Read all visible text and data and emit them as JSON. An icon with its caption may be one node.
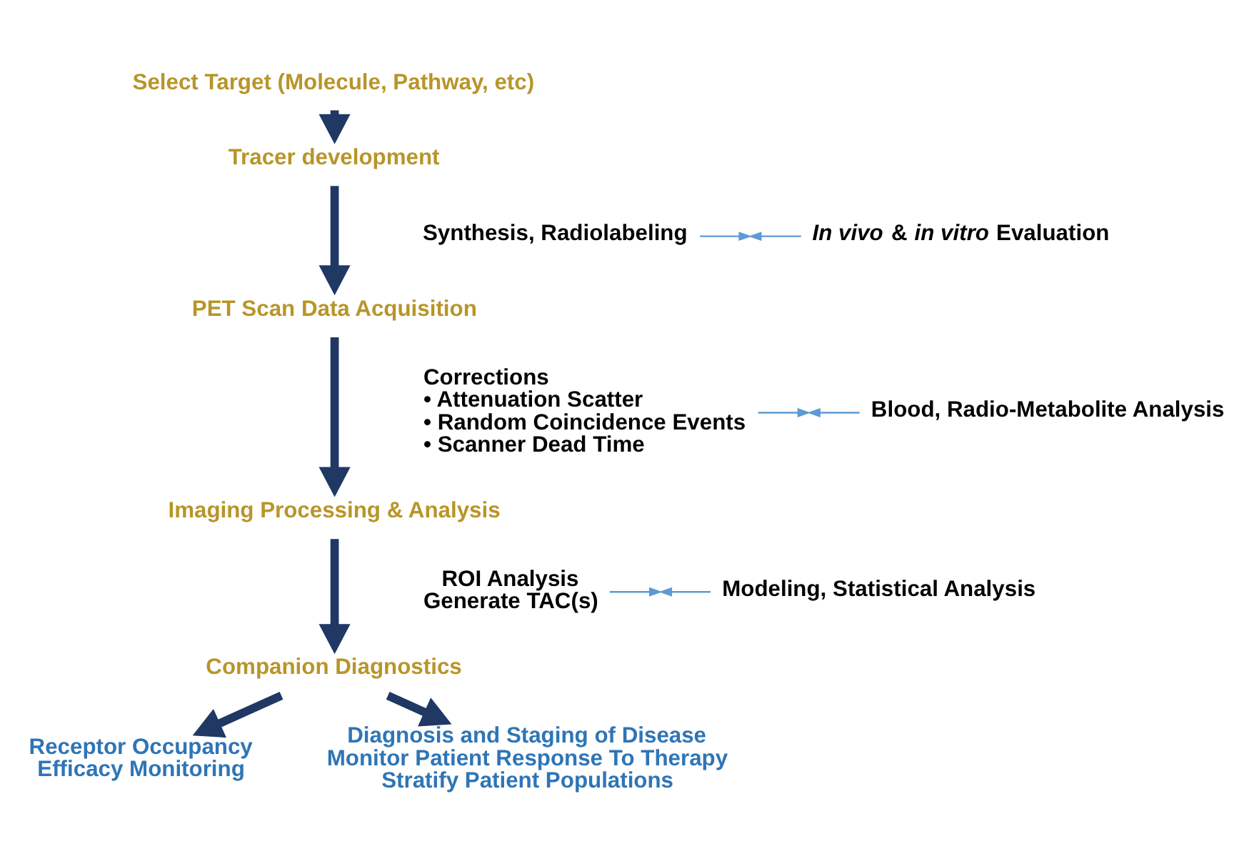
{
  "diagram": {
    "nodes": [
      {
        "text": [
          "Select Target (Molecule, Pathway, etc)"
        ]
      },
      {
        "text": [
          "Tracer development"
        ]
      },
      {
        "text": [
          "Synthesis, Radiolabeling"
        ]
      },
      {
        "text": [
          "*In vivo* & *in vitro* Evaluation"
        ]
      },
      {
        "text": [
          "PET Scan Data Acquisition"
        ]
      },
      {
        "text": [
          "Corrections",
          "• Attenuation Scatter",
          "• Random Coincidence Events",
          "• Scanner Dead Time"
        ]
      },
      {
        "text": [
          "Blood, Radio-Metabolite Analysis"
        ]
      },
      {
        "text": [
          "Imaging Processing & Analysis"
        ]
      },
      {
        "text": [
          "ROI Analysis",
          "Generate TAC(s)"
        ]
      },
      {
        "text": [
          "Modeling, Statistical Analysis"
        ]
      },
      {
        "text": [
          "Companion Diagnostics"
        ]
      },
      {
        "text": [
          "Receptor Occupancy",
          "Efficacy Monitoring"
        ]
      },
      {
        "text": [
          "Diagnosis and Staging of Disease",
          "Monitor Patient Response To Therapy",
          "Stratify Patient Populations"
        ]
      }
    ],
    "edges": [
      {
        "from": 0,
        "to": 1,
        "arrow": "to",
        "style": "thick",
        "color": "#1f3864"
      },
      {
        "from": 1,
        "to": 4,
        "arrow": "to",
        "style": "thick",
        "color": "#1f3864"
      },
      {
        "from": 2,
        "to": null,
        "arrow": "to",
        "color": "#5b9bd5"
      },
      {
        "from": 3,
        "to": null,
        "arrow": "to",
        "color": "#5b9bd5"
      },
      {
        "from": 4,
        "to": 7,
        "arrow": "to",
        "style": "thick",
        "color": "#1f3864"
      },
      {
        "from": 5,
        "to": null,
        "arrow": "to",
        "color": "#5b9bd5"
      },
      {
        "from": 6,
        "to": null,
        "arrow": "to",
        "color": "#5b9bd5"
      },
      {
        "from": 7,
        "to": 10,
        "arrow": "to",
        "style": "thick",
        "color": "#1f3864"
      },
      {
        "from": 8,
        "to": null,
        "arrow": "to",
        "color": "#5b9bd5"
      },
      {
        "from": 9,
        "to": null,
        "arrow": "to",
        "color": "#5b9bd5"
      },
      {
        "from": 10,
        "to": 11,
        "arrow": "to",
        "style": "thick",
        "color": "#1f3864"
      },
      {
        "from": 10,
        "to": 12,
        "arrow": "to",
        "style": "thick",
        "color": "#1f3864"
      }
    ]
  }
}
